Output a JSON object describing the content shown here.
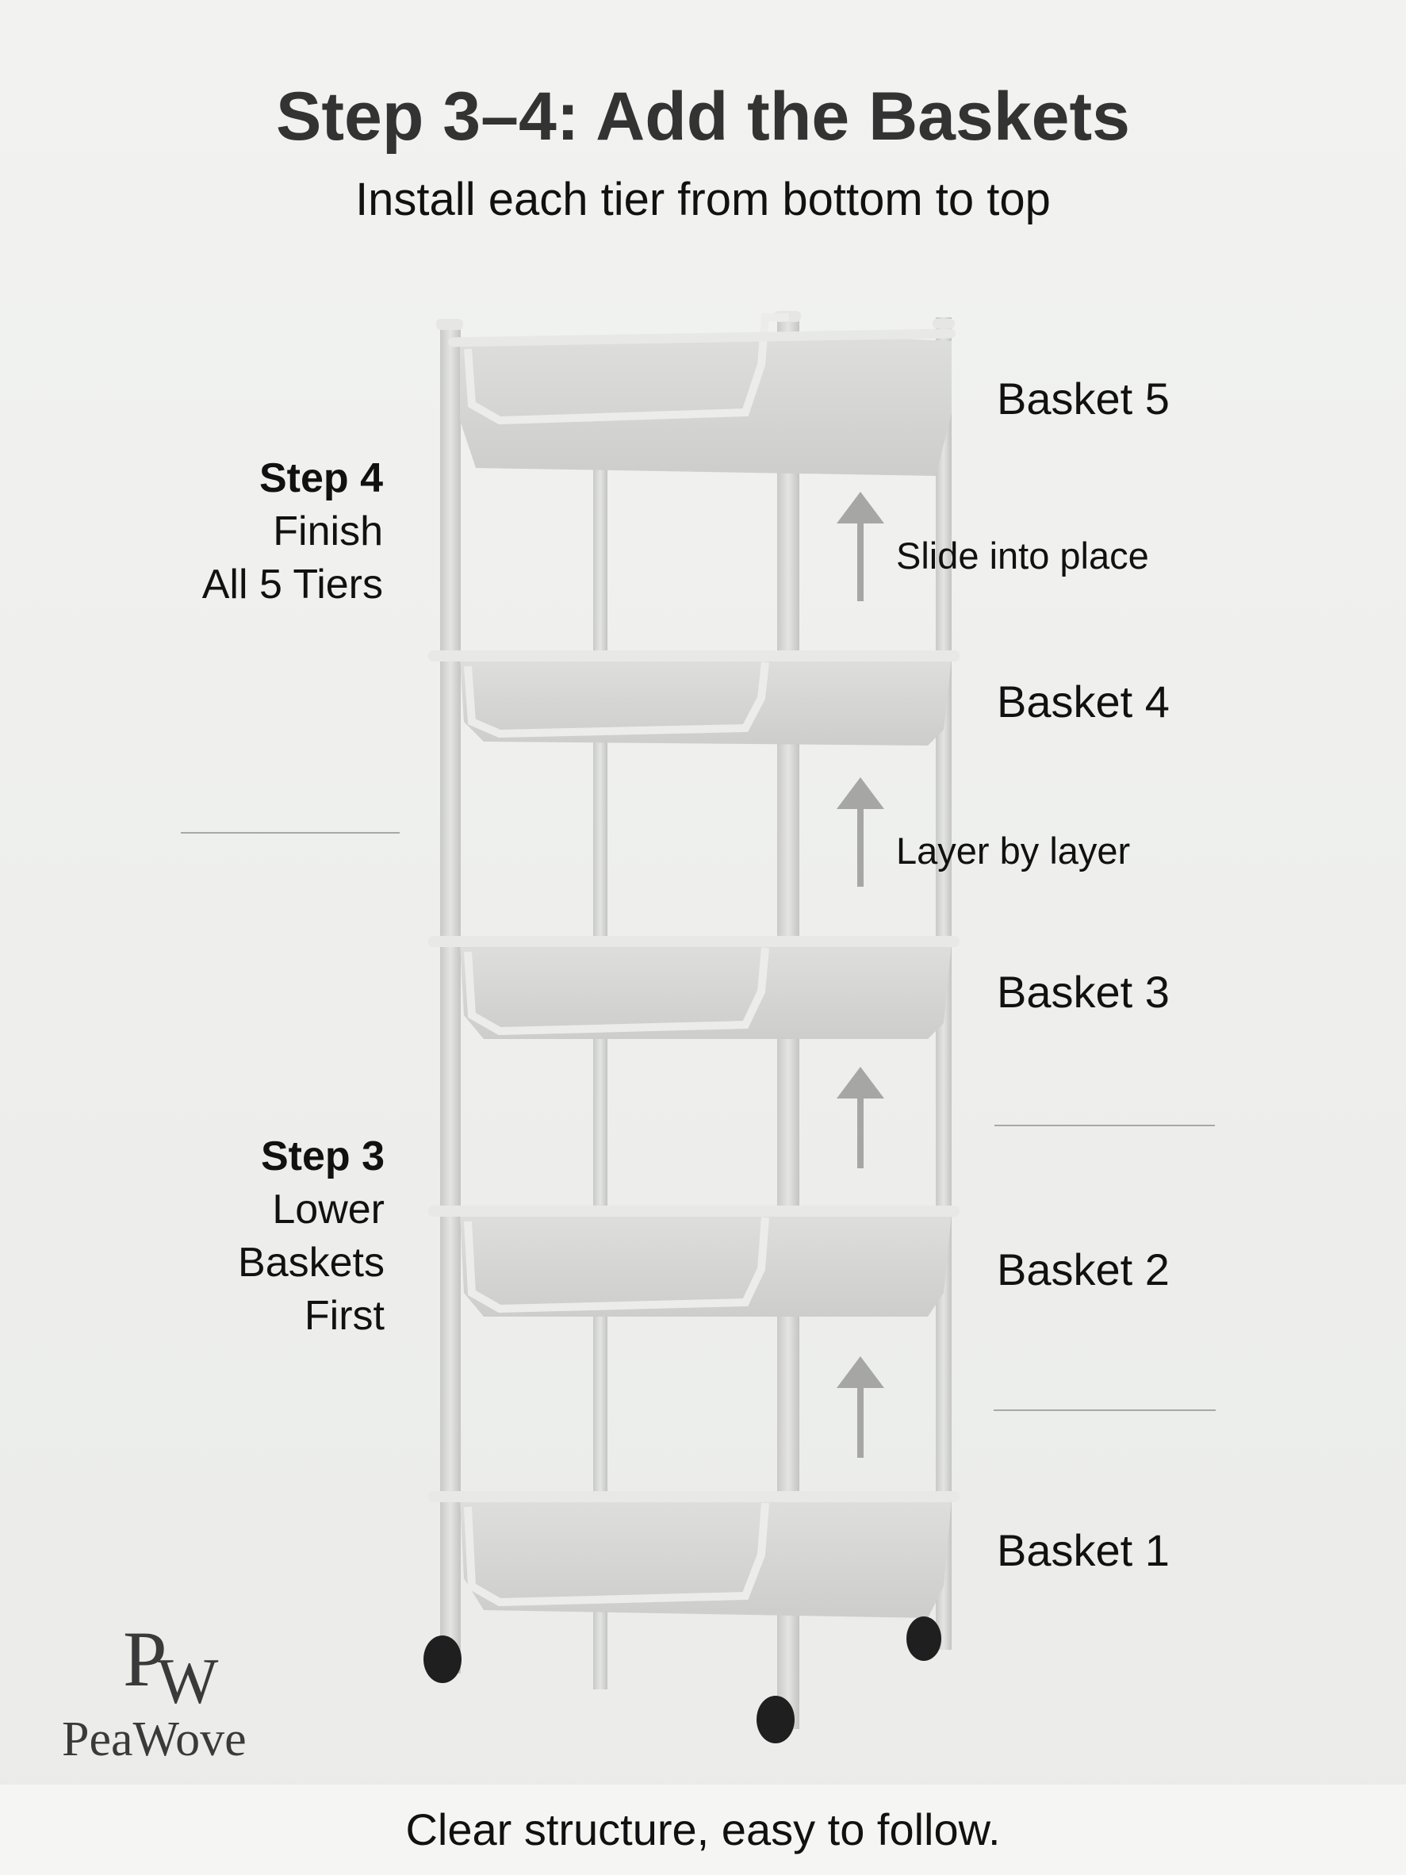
{
  "header": {
    "title": "Step 3–4: Add the Baskets",
    "subtitle": "Install each tier from bottom to top"
  },
  "left_labels": {
    "step4": {
      "heading": "Step 4",
      "lines": [
        "Finish",
        "All 5 Tiers"
      ]
    },
    "step3": {
      "heading": "Step 3",
      "lines": [
        "Lower",
        "Baskets",
        "First"
      ]
    }
  },
  "right_labels": {
    "baskets": [
      "Basket 5",
      "Basket 4",
      "Basket 3",
      "Basket 2",
      "Basket 1"
    ],
    "hints": [
      "Slide into place",
      "Layer by layer"
    ]
  },
  "brand": {
    "monogram": "PW",
    "name": "PeaWove"
  },
  "footer": {
    "tagline": "Clear structure, easy to follow."
  },
  "colors": {
    "background": "#eeefed",
    "basket": "#d3d4d1",
    "frame": "#dcdddb",
    "arrow": "#a6a7a5",
    "wheel": "#1f1f1f",
    "text": "#111111",
    "title": "#333333"
  }
}
